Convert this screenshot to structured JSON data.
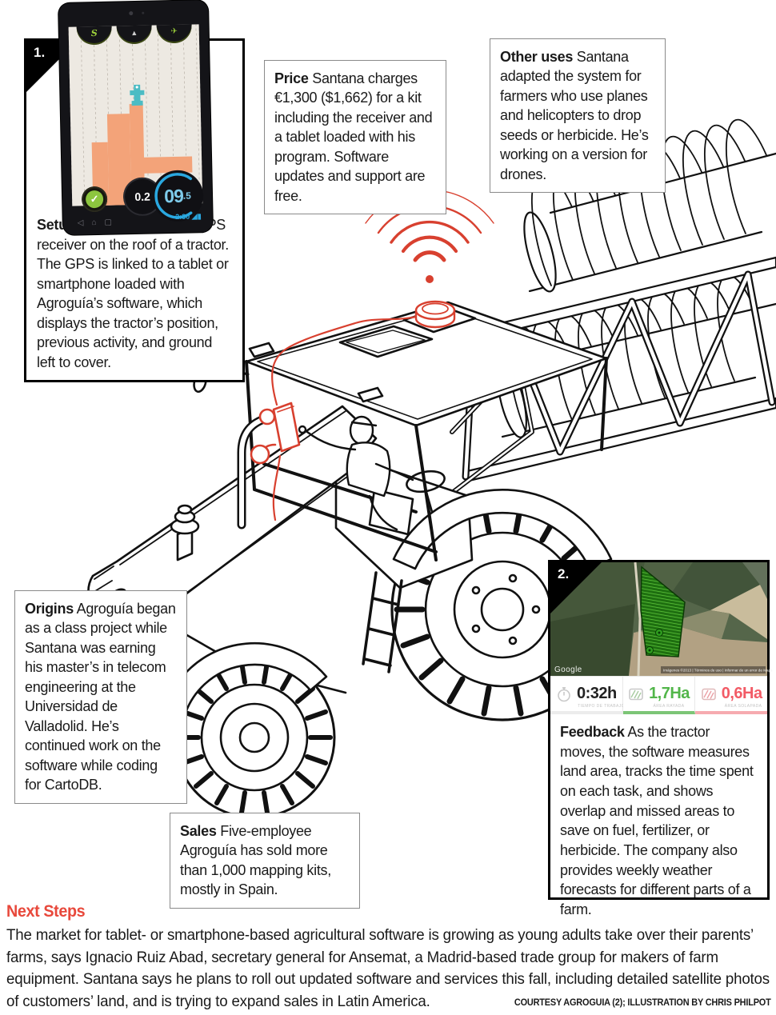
{
  "panels": {
    "one": "1.",
    "two": "2."
  },
  "callouts": {
    "setup": {
      "label": "Setup",
      "text": "A farmer mounts a GPS receiver on the roof of a tractor. The GPS is linked to a tablet or smartphone loaded with Agroguía’s software, which displays the tractor’s position, previous activity, and ground left to cover."
    },
    "price": {
      "label": "Price",
      "text": "Santana charges €1,300 ($1,662) for a kit including the receiver and a tablet loaded with his program. Software updates and support are free."
    },
    "other_uses": {
      "label": "Other uses",
      "text": "Santana adapted the system for farmers who use planes and helicopters to drop seeds or herbicide. He’s working on a version for drones."
    },
    "origins": {
      "label": "Origins",
      "text": "Agroguía began as a class project while Santana was earning his master’s in telecom engineering at the Universidad de Valladolid. He’s continued work on the software while coding for CartoDB."
    },
    "sales": {
      "label": "Sales",
      "text": "Five-employee Agroguía has sold more than 1,000 mapping kits, mostly in Spain."
    },
    "feedback": {
      "label": "Feedback",
      "text": "As the tractor moves, the software measures land area, tracks the time spent on each task, and shows overlap and missed areas to save on fuel, fertilizer, or herbicide. The company also provides weekly weather forecasts for different parts of a farm."
    }
  },
  "tablet": {
    "tab_left": "S",
    "tab_mid": "▲",
    "tab_right": "✈",
    "check": "✓",
    "gauge_small": "0.2",
    "gauge_big": "09",
    "gauge_big_dec": ".5",
    "status": "2:30 ◢▮",
    "nav": "◁⌂▢"
  },
  "map": {
    "google": "Google",
    "attribution": "Imágenes ©2013 | Términos de uso | Informar de un error de Maps"
  },
  "stats": [
    {
      "icon": "stopwatch-icon",
      "value": "0:32h",
      "label": "TIEMPO DE TRABAJO",
      "color": "#222222",
      "underline": "#ececec"
    },
    {
      "icon": "hatched-area-icon",
      "value": "1,7Ha",
      "label": "ÁREA RAYADA",
      "color": "#52b64a",
      "underline": "#7cc576"
    },
    {
      "icon": "hatched-area-icon",
      "value": "0,6Ha",
      "label": "ÁREA SOLAPADA",
      "color": "#f25b66",
      "underline": "#f6abb0"
    }
  ],
  "next_steps": {
    "heading": "Next Steps",
    "heading_color": "#e8483b",
    "body": "The market for tablet- or smartphone-based agricultural software is growing as young adults take over their parents’ farms, says Ignacio Ruiz Abad, secretary general for Ansemat, a Madrid-based trade group for makers of farm equipment. Santana says he plans to roll out updated software and services this fall, including detailed satellite photos of customers’ land, and is trying to expand sales in Latin America."
  },
  "credit": "COURTESY AGROGUIA (2); ILLUSTRATION BY CHRIS PHILPOT"
}
